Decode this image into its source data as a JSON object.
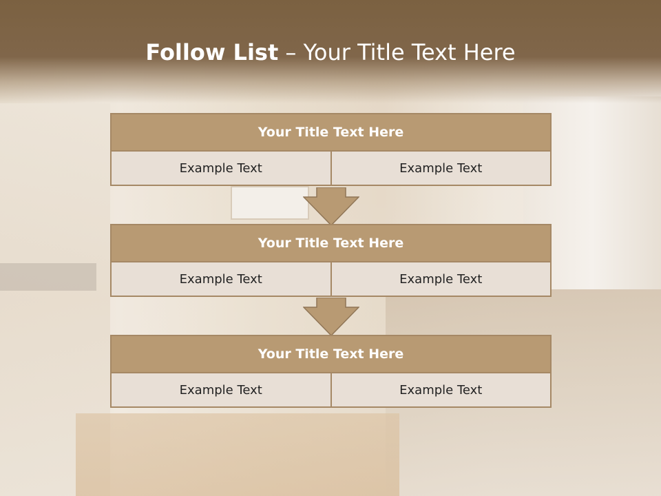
{
  "slide": {
    "title_bold": "Follow List",
    "title_rest": " – Your Title Text Here"
  },
  "blocks": [
    {
      "title": "Your Title Text Here",
      "cells": [
        "Example Text",
        "Example Text"
      ]
    },
    {
      "title": "Your Title Text Here",
      "cells": [
        "Example Text",
        "Example Text"
      ]
    },
    {
      "title": "Your Title Text Here",
      "cells": [
        "Example Text",
        "Example Text"
      ]
    }
  ],
  "colors": {
    "header": "#7b6141",
    "block_title_fill": "#b89a73",
    "cell_fill": "#e8dfd6",
    "border": "#a58865",
    "arrow_fill": "#b89a73"
  }
}
